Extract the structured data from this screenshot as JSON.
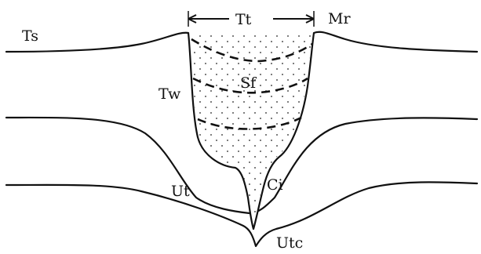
{
  "diagram": {
    "labels": {
      "tt": "Tt",
      "ts": "Ts",
      "mr": "Mr",
      "tw": "Tw",
      "sf": "Sf",
      "ci": "Ci",
      "ut": "Ut",
      "utc": "Utc"
    }
  }
}
